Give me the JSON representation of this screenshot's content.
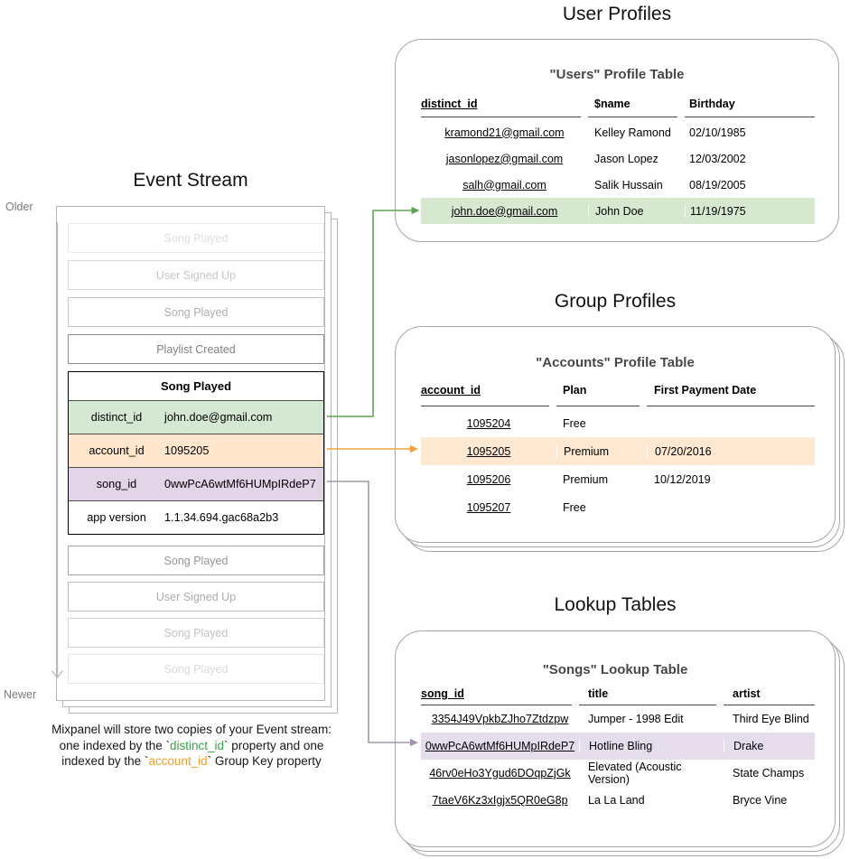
{
  "colors": {
    "green_fill": "#d5e8d4",
    "orange_fill": "#ffe6cc",
    "purple_fill": "#e1d5e7",
    "green_row_highlight": "#d7e8d1",
    "orange_row_highlight": "#ffe8d2",
    "purple_row_highlight": "#e5dcec",
    "green_arrow": "#61a356",
    "orange_arrow": "#efa23f",
    "purple_arrow": "#a295ab",
    "caption_green": "#3ba049",
    "caption_orange": "#f59d25"
  },
  "event_stream": {
    "title": "Event Stream",
    "older_label": "Older",
    "newer_label": "Newer",
    "events_before": [
      {
        "label": "Song Played"
      },
      {
        "label": "User Signed Up"
      },
      {
        "label": "Song Played"
      },
      {
        "label": "Playlist Created"
      }
    ],
    "selected_event": {
      "name": "Song Played",
      "properties": [
        {
          "key": "distinct_id",
          "value": "john.doe@gmail.com"
        },
        {
          "key": "account_id",
          "value": "1095205"
        },
        {
          "key": "song_id",
          "value": "0wwPcA6wtMf6HUMpIRdeP7"
        },
        {
          "key": "app version",
          "value": "1.1.34.694.gac68a2b3"
        }
      ]
    },
    "events_after": [
      {
        "label": "Song Played"
      },
      {
        "label": "User Signed Up"
      },
      {
        "label": "Song Played"
      },
      {
        "label": "Song Played"
      }
    ],
    "caption": [
      {
        "text": "Mixpanel will store two copies of your Event stream:"
      },
      {
        "pre": "one indexed by the `",
        "keyword": "distinct_id",
        "post": "` property and one"
      },
      {
        "pre": "indexed by the `",
        "keyword": "account_id",
        "post": "` Group Key property"
      }
    ]
  },
  "user_profiles": {
    "section_title": "User Profiles",
    "table_title": "\"Users\" Profile Table",
    "columns": [
      "distinct_id",
      "$name",
      "Birthday"
    ],
    "rows": [
      [
        "kramond21@gmail.com",
        "Kelley Ramond",
        "02/10/1985"
      ],
      [
        "jasonlopez@gmail.com",
        "Jason Lopez",
        "12/03/2002"
      ],
      [
        "salh@gmail.com",
        "Salik Hussain",
        "08/19/2005"
      ],
      [
        "john.doe@gmail.com",
        "John Doe",
        "11/19/1975"
      ]
    ]
  },
  "group_profiles": {
    "section_title": "Group Profiles",
    "table_title": "\"Accounts\" Profile Table",
    "columns": [
      "account_id",
      "Plan",
      "First Payment Date"
    ],
    "rows": [
      [
        "1095204",
        "Free",
        ""
      ],
      [
        "1095205",
        "Premium",
        "07/20/2016"
      ],
      [
        "1095206",
        "Premium",
        "10/12/2019"
      ],
      [
        "1095207",
        "Free",
        ""
      ]
    ]
  },
  "lookup_tables": {
    "section_title": "Lookup Tables",
    "table_title": "\"Songs\" Lookup Table",
    "columns": [
      "song_id",
      "title",
      "artist"
    ],
    "rows": [
      [
        "3354J49VpkbZJho7Ztdzpw",
        "Jumper - 1998 Edit",
        "Third Eye Blind"
      ],
      [
        "0wwPcA6wtMf6HUMpIRdeP7",
        "Hotline Bling",
        "Drake"
      ],
      [
        "46rv0eHo3Ygud6DOqpZjGk",
        "Elevated (Acoustic Version)",
        "State Champs"
      ],
      [
        "7taeV6Kz3xIgjx5QR0eG8p",
        "La La Land",
        "Bryce Vine"
      ]
    ]
  }
}
